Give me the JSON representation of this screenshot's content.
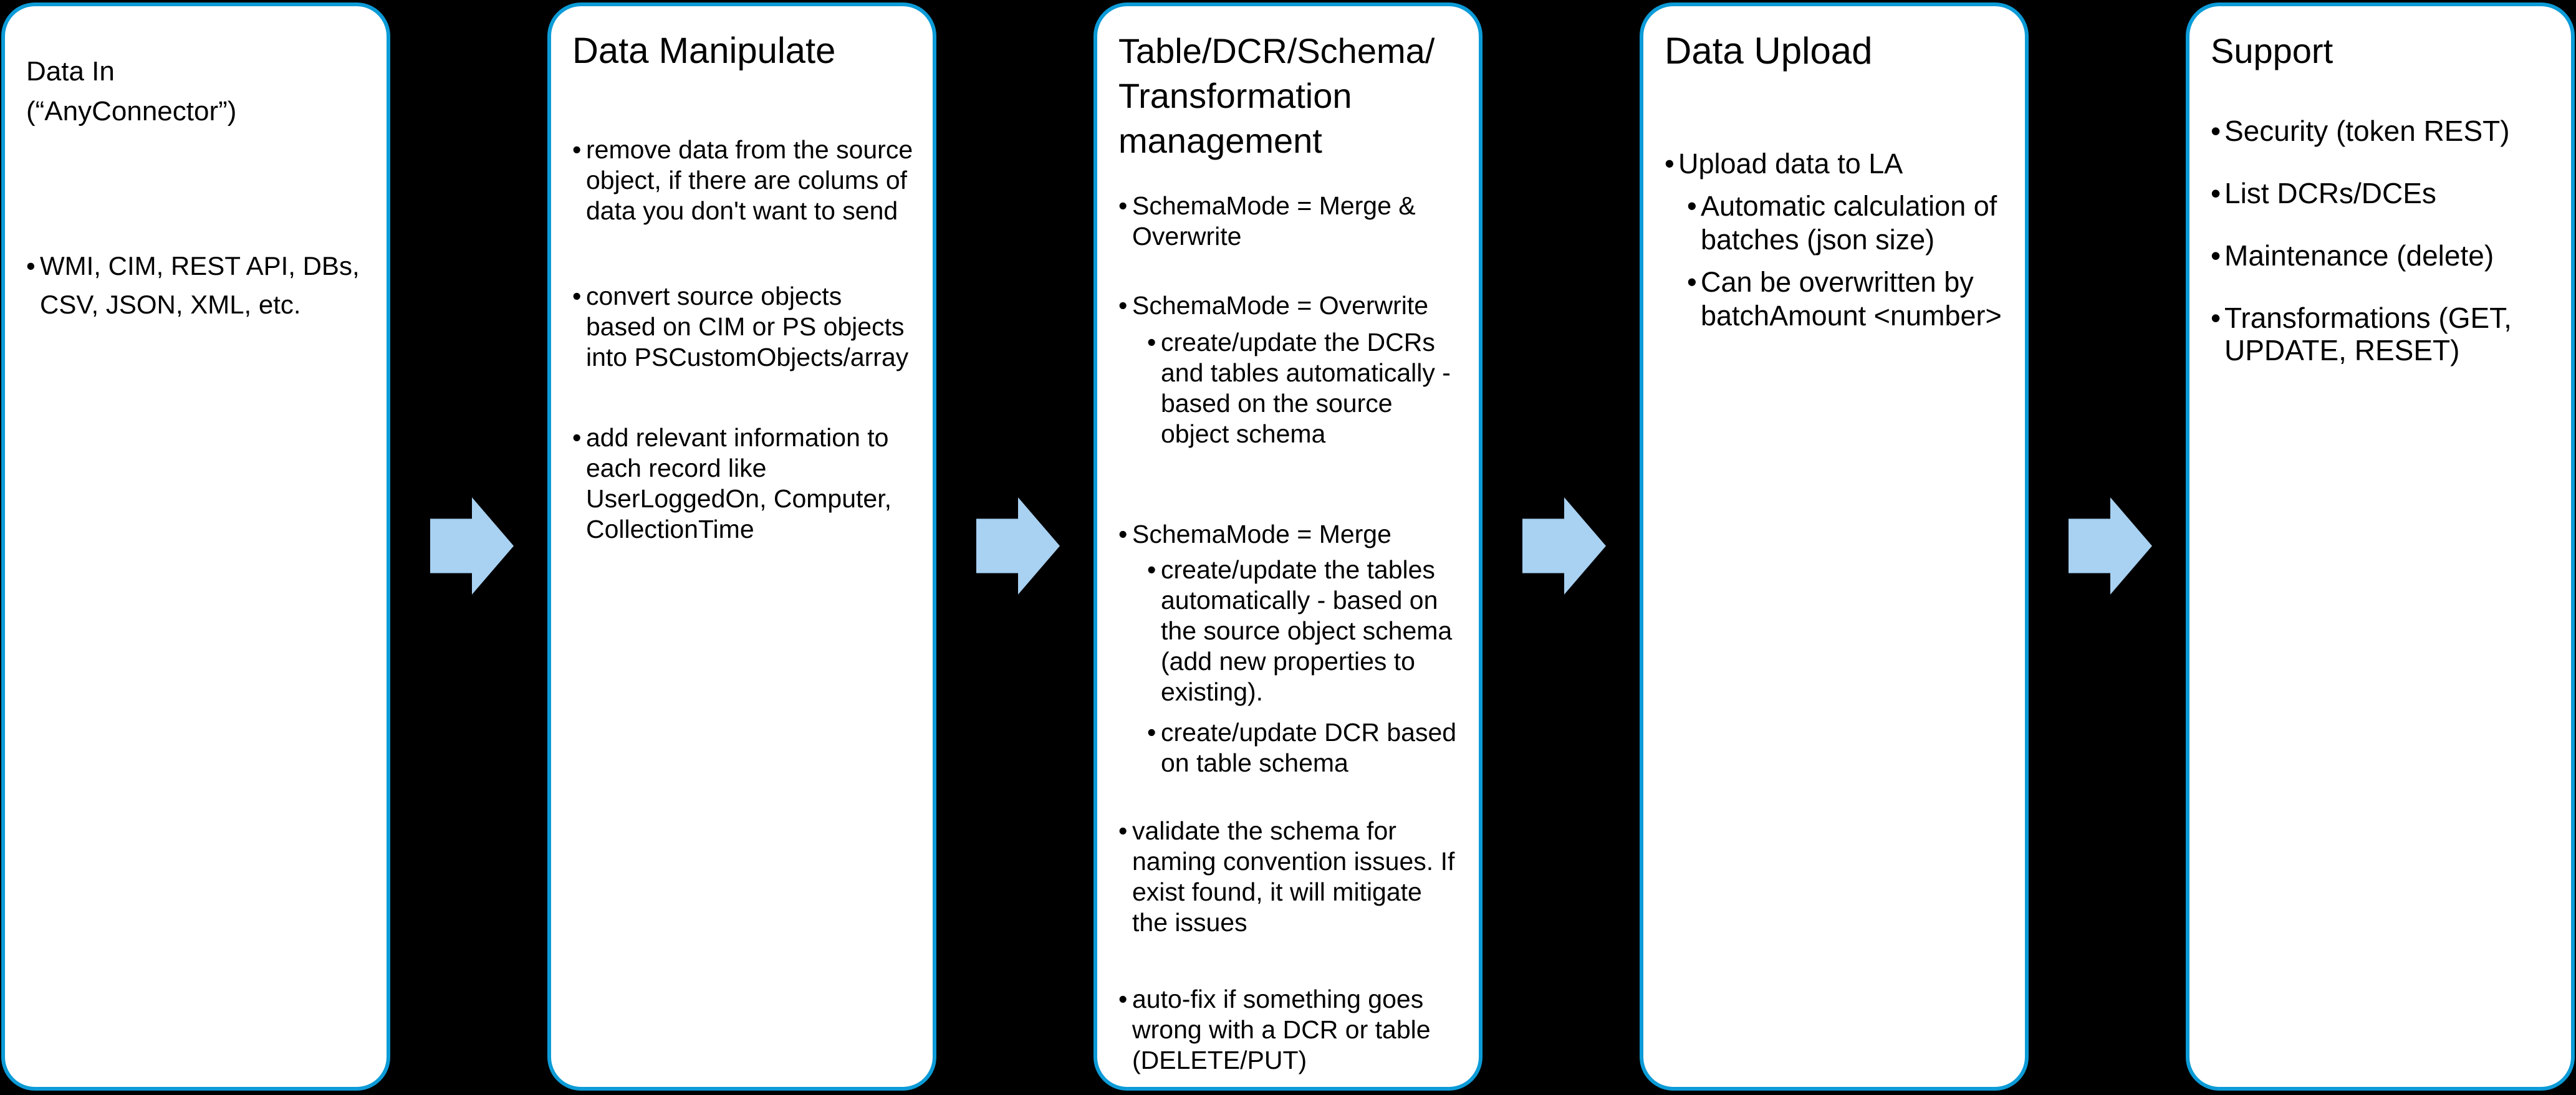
{
  "canvas": {
    "background": "#000000"
  },
  "card_style": {
    "fill": "#FFFFFF",
    "border_color": "#0C9BD7",
    "text_color": "#000000"
  },
  "arrow": {
    "icon": "block-arrow-right-icon",
    "color": "#A8D1F2",
    "direction": "right",
    "count": 4
  },
  "cards": [
    {
      "title": "Data In\n(“AnyConnector”)",
      "items": [
        {
          "level": 1,
          "text": "WMI, CIM, REST API, DBs, CSV, JSON, XML, etc."
        }
      ]
    },
    {
      "title": "Data Manipulate",
      "items": [
        {
          "level": 1,
          "text": "remove data from the source object, if there are colums of data you don't want to send"
        },
        {
          "level": 1,
          "text": "convert source objects based on CIM or PS objects into PSCustomObjects/array"
        },
        {
          "level": 1,
          "text": "add relevant information to each record like UserLoggedOn, Computer, CollectionTime"
        }
      ]
    },
    {
      "title": "Table/DCR/Schema/\nTransformation\nmanagement",
      "items": [
        {
          "level": 1,
          "text": "SchemaMode = Merge & Overwrite"
        },
        {
          "level": 1,
          "text": "SchemaMode = Overwrite"
        },
        {
          "level": 2,
          "text": "create/update the DCRs and tables automatically - based on the source object schema"
        },
        {
          "level": 1,
          "text": "SchemaMode = Merge"
        },
        {
          "level": 2,
          "text": "create/update the tables automatically - based on the source object schema (add new properties to existing)."
        },
        {
          "level": 2,
          "text": "create/update DCR based on table schema"
        },
        {
          "level": 1,
          "text": "validate the schema for naming convention issues. If exist found, it will mitigate the issues"
        },
        {
          "level": 1,
          "text": "auto-fix if something goes wrong with a DCR or table (DELETE/PUT)"
        }
      ]
    },
    {
      "title": "Data Upload",
      "items": [
        {
          "level": 1,
          "text": "Upload data to LA"
        },
        {
          "level": 2,
          "text": "Automatic calculation of batches (json size)"
        },
        {
          "level": 2,
          "text": "Can be overwritten by batchAmount <number>"
        }
      ]
    },
    {
      "title": "Support",
      "items": [
        {
          "level": 1,
          "text": "Security (token REST)"
        },
        {
          "level": 1,
          "text": "List DCRs/DCEs"
        },
        {
          "level": 1,
          "text": "Maintenance (delete)"
        },
        {
          "level": 1,
          "text": "Transformations (GET, UPDATE, RESET)"
        }
      ]
    }
  ]
}
